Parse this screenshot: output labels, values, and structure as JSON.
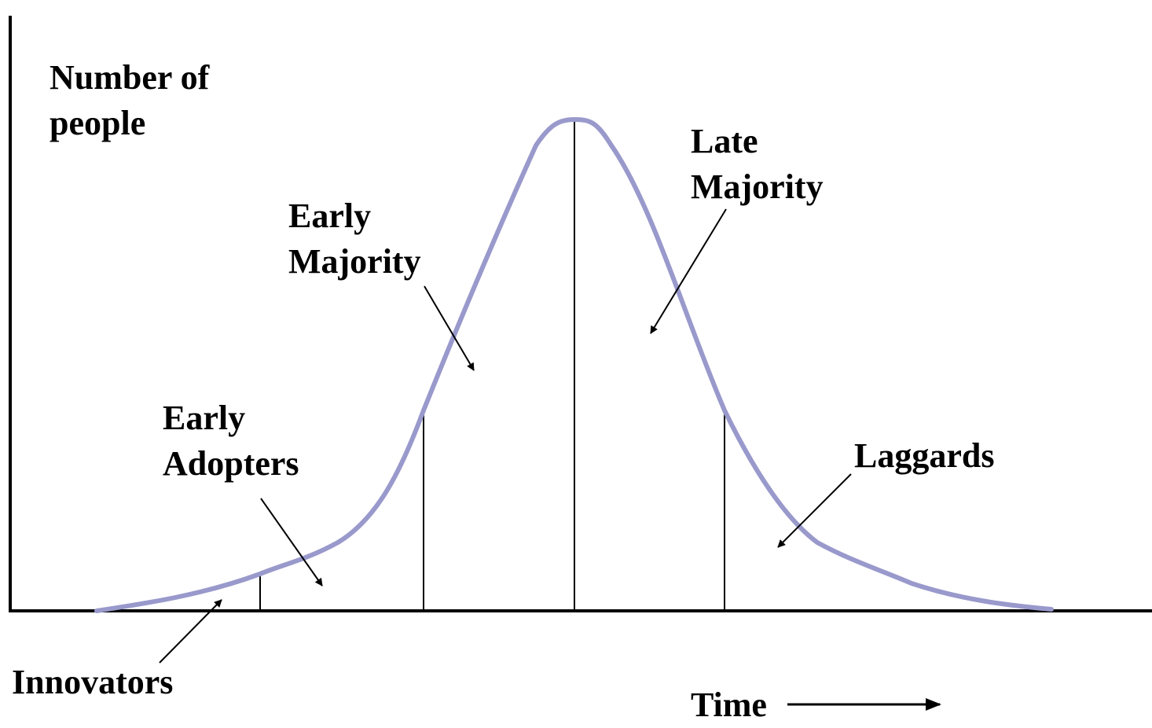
{
  "labels": {
    "y_axis": [
      "Number of",
      "people"
    ],
    "x_axis": "Time",
    "innovators": "Innovators",
    "early_adopters": [
      "Early",
      "Adopters"
    ],
    "early_majority": [
      "Early",
      "Majority"
    ],
    "late_majority": [
      "Late",
      "Majority"
    ],
    "laggards": "Laggards"
  },
  "colors": {
    "curve": "#9999cc",
    "axes": "#000000",
    "text": "#000000"
  }
}
